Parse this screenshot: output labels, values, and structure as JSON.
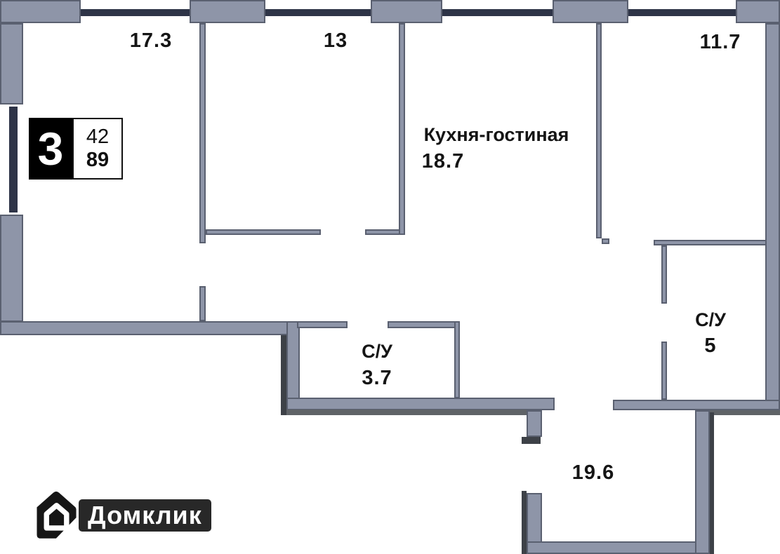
{
  "plan": {
    "badge": {
      "rooms": "3",
      "value_top": "42",
      "value_bottom": "89"
    },
    "rooms": [
      {
        "id": "room-a",
        "area": "17.3"
      },
      {
        "id": "room-b",
        "area": "13"
      },
      {
        "id": "room-c",
        "area": "11.7"
      },
      {
        "id": "kitchen-living",
        "name": "Кухня-гостиная",
        "area": "18.7"
      },
      {
        "id": "bathroom-small",
        "name": "С/У",
        "area": "3.7"
      },
      {
        "id": "bathroom-big",
        "name": "С/У",
        "area": "5"
      },
      {
        "id": "hallway",
        "area": "19.6"
      }
    ],
    "colors": {
      "wall": "#8e95a8",
      "wall_outline": "#5a6070",
      "window_glass": "#2e3447",
      "shadow_dark": "#3d4147",
      "shadow_mid": "#5f6367",
      "text": "#151515"
    }
  },
  "watermark": {
    "brand": "Домклик"
  }
}
